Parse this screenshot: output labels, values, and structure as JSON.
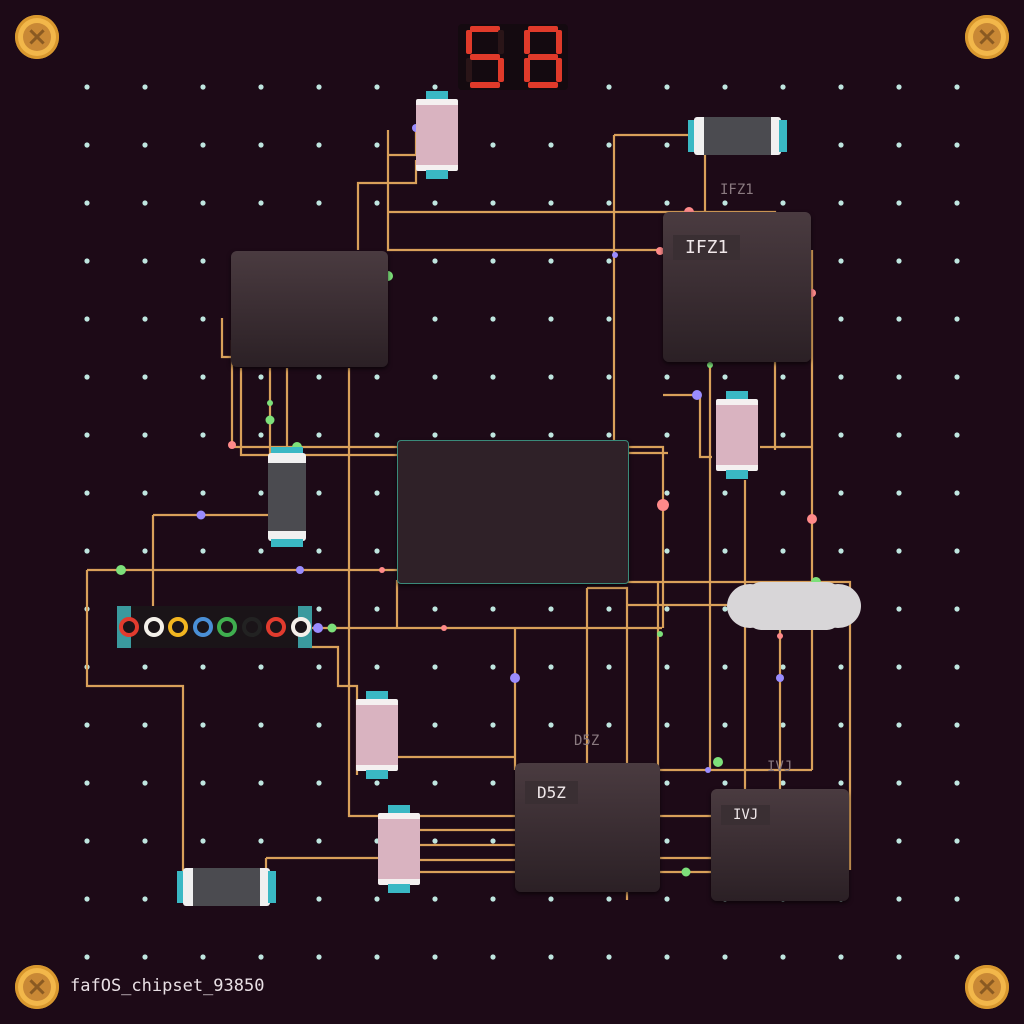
{
  "score": {
    "digits": "58",
    "color": "#e03a2a"
  },
  "board": {
    "background": "#1d0a17",
    "trace_color": "#d9a05a",
    "footer_label": "fafOS_chipset_93850"
  },
  "chips": [
    {
      "id": "IFZ1",
      "label": "IFZ1",
      "silkscreen": "IFZ1"
    },
    {
      "id": "D5Z",
      "label": "D5Z",
      "silkscreen": "D5Z"
    },
    {
      "id": "IVJ",
      "label": "IVJ",
      "silkscreen": "IVJ"
    }
  ],
  "header_pins": [
    "red",
    "white",
    "yellow",
    "blue",
    "green",
    "black",
    "red",
    "white"
  ],
  "pin_colors": {
    "red": "#e23b2e",
    "white": "#f4f0ea",
    "yellow": "#f2b520",
    "blue": "#4a8fd6",
    "green": "#3fae4f",
    "black": "#222222"
  },
  "icons": [
    "screw-icon",
    "screw-icon",
    "screw-icon",
    "screw-icon"
  ]
}
